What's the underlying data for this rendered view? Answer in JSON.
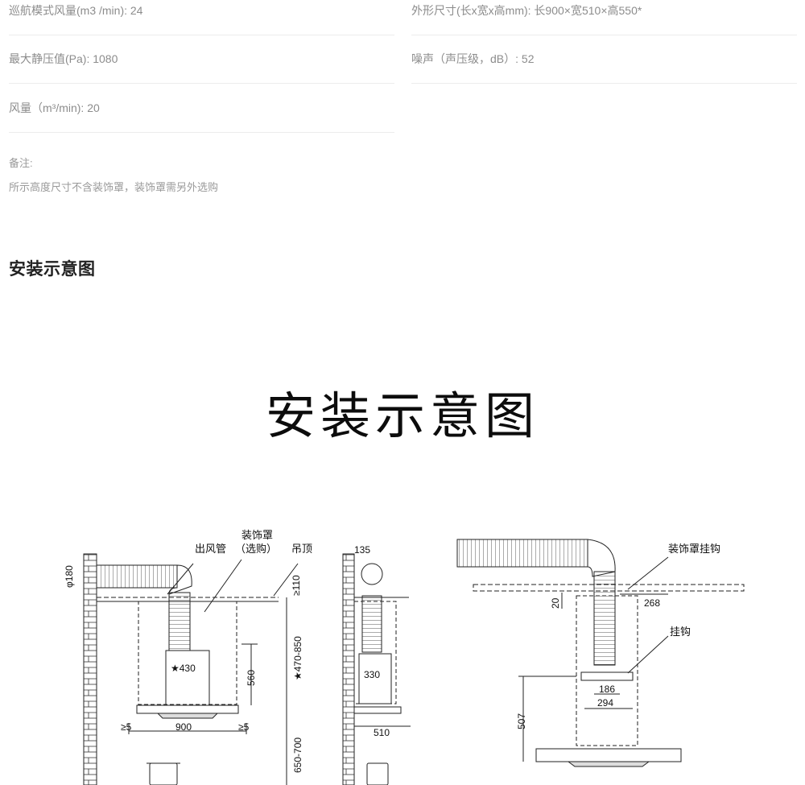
{
  "specs": {
    "cruise_airflow": "巡航模式风量(m3 /min): 24",
    "dimensions": "外形尺寸(长x宽x高mm): 长900×宽510×高550*",
    "max_static_pressure": "最大静压值(Pa): 1080",
    "noise": "噪声（声压级，dB）: 52",
    "airflow": "风量（m³/min): 20"
  },
  "notes": {
    "label": "备注:",
    "text": "所示高度尺寸不含装饰罩，装饰罩需另外选购"
  },
  "section_title": "安装示意图",
  "diagram": {
    "banner_title": "安装示意图",
    "labels": {
      "cover": "装饰罩",
      "cover_optional": "（选购）",
      "outlet_pipe": "出风管",
      "ceiling": "吊顶",
      "cover_hook": "装饰罩挂钩",
      "hook": "挂钩"
    },
    "dims": {
      "phi180": "φ180",
      "d110": "≥110",
      "d470_850": "★470-850",
      "d430": "★430",
      "d560": "560",
      "d5_left": "≥5",
      "d900": "900",
      "d5_right": "≥5",
      "d650_700": "650-700",
      "d135": "135",
      "d330": "330",
      "d510": "510",
      "d20": "20",
      "d268": "268",
      "d186": "186",
      "d294": "294",
      "d507": "507"
    }
  }
}
